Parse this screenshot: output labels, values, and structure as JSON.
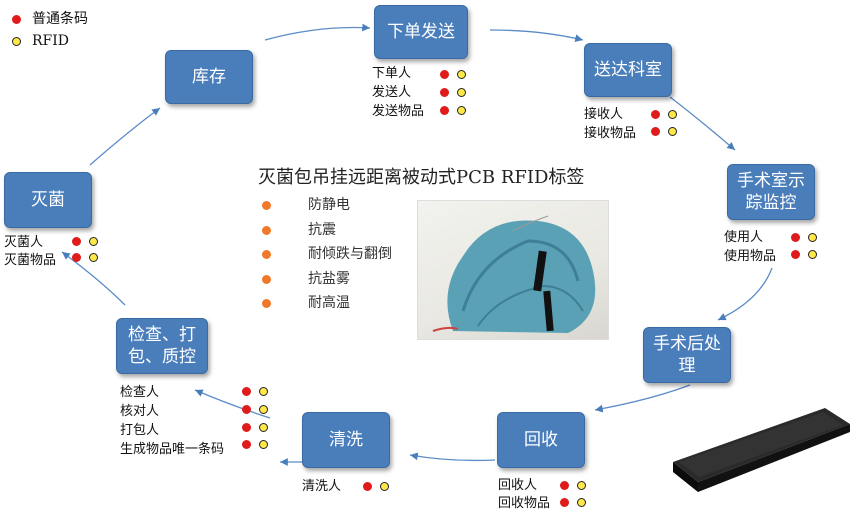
{
  "legend": {
    "barcode": "普通条码",
    "rfid": "RFID"
  },
  "title": "灭菌包吊挂远距离被动式PCB RFID标签",
  "features": [
    "防静电",
    "抗震",
    "耐倾跌与翻倒",
    "抗盐雾",
    "耐高温"
  ],
  "nodes": {
    "kucun": "库存",
    "xiadan": "下单发送",
    "songda": "送达科室",
    "shoushu_line1": "手术室示",
    "shoushu_line2": "踪监控",
    "houchuli_line1": "手术后处",
    "houchuli_line2": "理",
    "huishou": "回收",
    "qingxi": "清洗",
    "jiancha_line1": "检查、打",
    "jiancha_line2": "包、质控",
    "miejun": "灭菌"
  },
  "labels": {
    "xiadan": [
      "下单人",
      "发送人",
      "发送物品"
    ],
    "songda": [
      "接收人",
      "接收物品"
    ],
    "shoushu": [
      "使用人",
      "使用物品"
    ],
    "huishou": [
      "回收人",
      "回收物品"
    ],
    "qingxi": [
      "清洗人"
    ],
    "jiancha": [
      "检查人",
      "核对人",
      "打包人",
      "生成物品唯一条码"
    ],
    "miejun": [
      "灭菌人",
      "灭菌物品"
    ]
  }
}
